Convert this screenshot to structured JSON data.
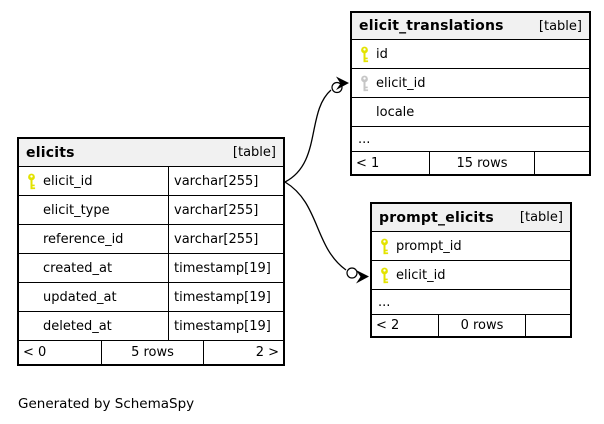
{
  "diagram": {
    "caption": "Generated by SchemaSpy"
  },
  "colors": {
    "header_bg": "#f1f1f1",
    "border": "#000000",
    "primary_key": "#e3e300",
    "foreign_key": "#c6c6c6",
    "background": "#ffffff"
  },
  "icons": {
    "primary_key_icon": "yellow-key",
    "foreign_key_icon": "gray-key"
  },
  "tables": {
    "elicits": {
      "title": "elicits",
      "tag": "[table]",
      "rows": [
        {
          "name": "elicit_id",
          "type": "varchar[255]",
          "key": "primary"
        },
        {
          "name": "elicit_type",
          "type": "varchar[255]",
          "key": "none"
        },
        {
          "name": "reference_id",
          "type": "varchar[255]",
          "key": "none"
        },
        {
          "name": "created_at",
          "type": "timestamp[19]",
          "key": "none"
        },
        {
          "name": "updated_at",
          "type": "timestamp[19]",
          "key": "none"
        },
        {
          "name": "deleted_at",
          "type": "timestamp[19]",
          "key": "none"
        }
      ],
      "footer": {
        "left": "< 0",
        "center": "5 rows",
        "right": "2 >"
      }
    },
    "elicit_translations": {
      "title": "elicit_translations",
      "tag": "[table]",
      "rows": [
        {
          "name": "id",
          "key": "primary"
        },
        {
          "name": "elicit_id",
          "key": "foreign"
        },
        {
          "name": "locale",
          "key": "none"
        },
        {
          "name": "...",
          "key": "ellipsis"
        }
      ],
      "footer": {
        "left": "< 1",
        "center": "15 rows",
        "right": ""
      }
    },
    "prompt_elicits": {
      "title": "prompt_elicits",
      "tag": "[table]",
      "rows": [
        {
          "name": "prompt_id",
          "key": "primary"
        },
        {
          "name": "elicit_id",
          "key": "primary"
        },
        {
          "name": "...",
          "key": "ellipsis"
        }
      ],
      "footer": {
        "left": "< 2",
        "center": "0 rows",
        "right": ""
      }
    }
  },
  "relationships": [
    {
      "from": "elicits.elicit_id",
      "to": "elicit_translations.elicit_id"
    },
    {
      "from": "elicits.elicit_id",
      "to": "prompt_elicits.elicit_id"
    }
  ]
}
